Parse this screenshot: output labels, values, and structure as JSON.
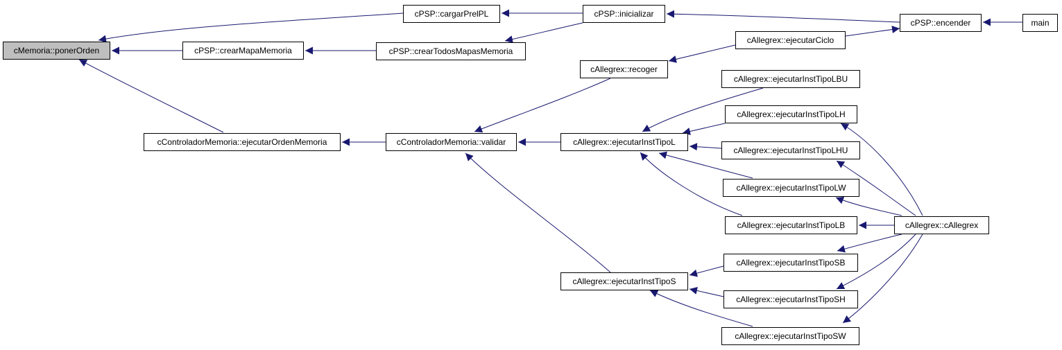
{
  "colors": {
    "edge": "#191970",
    "node_border": "#000000",
    "root_fill": "#bfbfbf"
  },
  "nodes": {
    "poner_orden": "cMemoria::ponerOrden",
    "cargar_prelpl": "cPSP::cargarPrelPL",
    "inicializar": "cPSP::inicializar",
    "encender": "cPSP::encender",
    "main": "main",
    "crear_mapa_memoria": "cPSP::crearMapaMemoria",
    "crear_todos_mapas": "cPSP::crearTodosMapasMemoria",
    "ejecutar_ciclo": "cAllegrex::ejecutarCiclo",
    "recoger": "cAllegrex::recoger",
    "ejecutar_orden_memoria": "cControladorMemoria::ejecutarOrdenMemoria",
    "validar": "cControladorMemoria::validar",
    "tipo_l": "cAllegrex::ejecutarInstTipoL",
    "tipo_lbu": "cAllegrex::ejecutarInstTipoLBU",
    "tipo_lh": "cAllegrex::ejecutarInstTipoLH",
    "tipo_lhu": "cAllegrex::ejecutarInstTipoLHU",
    "tipo_lw": "cAllegrex::ejecutarInstTipoLW",
    "tipo_lb": "cAllegrex::ejecutarInstTipoLB",
    "callegrex": "cAllegrex::cAllegrex",
    "tipo_s": "cAllegrex::ejecutarInstTipoS",
    "tipo_sb": "cAllegrex::ejecutarInstTipoSB",
    "tipo_sh": "cAllegrex::ejecutarInstTipoSH",
    "tipo_sw": "cAllegrex::ejecutarInstTipoSW"
  }
}
